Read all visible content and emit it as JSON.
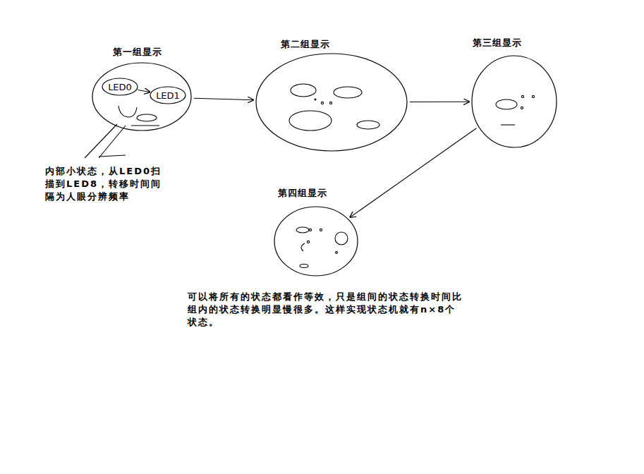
{
  "diagram": {
    "nodes": [
      {
        "text": [
          "第一组显示"
        ]
      },
      {
        "text": [
          "LED0"
        ],
        "in": 0
      },
      {
        "text": [
          "LED1"
        ],
        "in": 0
      },
      {
        "text": [
          "第二组显示"
        ]
      },
      {
        "text": [
          "第三组显示"
        ]
      },
      {
        "text": [
          "第四组显示"
        ]
      }
    ],
    "edges": [
      {
        "from": 1,
        "to": 2,
        "arrow": "to"
      },
      {
        "from": 0,
        "to": 3,
        "arrow": "to"
      },
      {
        "from": 3,
        "to": 4,
        "arrow": "to"
      },
      {
        "from": 4,
        "to": 5,
        "arrow": "to"
      }
    ],
    "labels": [
      "内部小状态，从LED0扫描到LED8，转移时间间隔为人眼分辨频率",
      "可以将所有的状态都看作等效，只是组间的状态转换时间比组内的状态转换明显慢很多。这样实现状态机就有n×8个状态。"
    ]
  }
}
